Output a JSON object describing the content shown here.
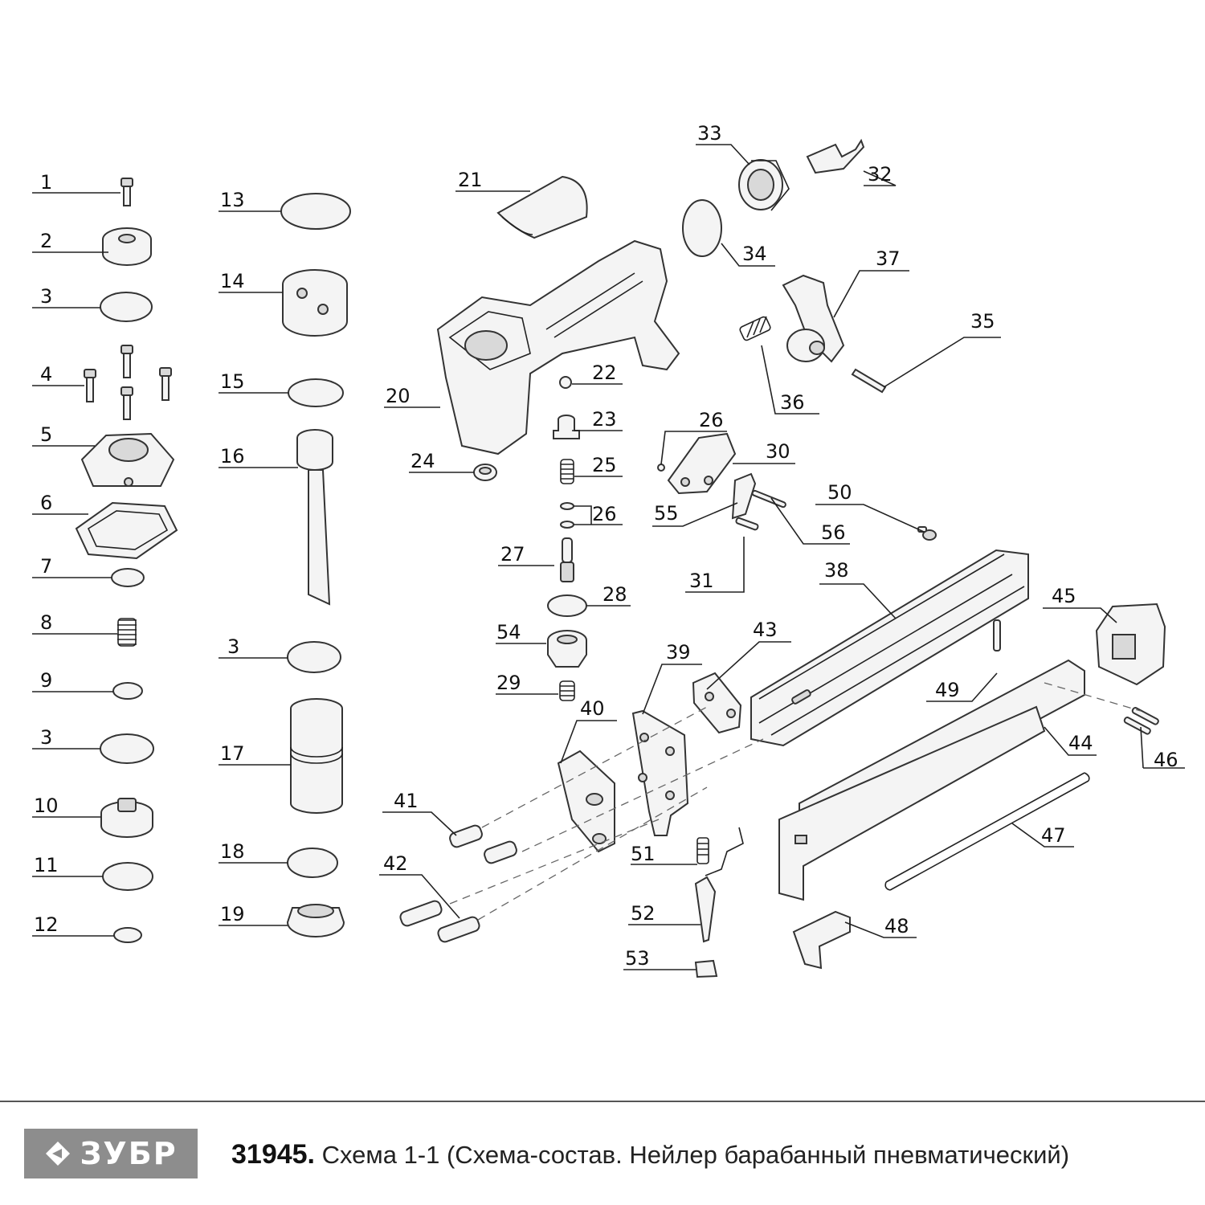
{
  "diagram": {
    "labels": [
      "1",
      "2",
      "3",
      "4",
      "5",
      "6",
      "7",
      "8",
      "9",
      "3",
      "10",
      "11",
      "12",
      "13",
      "14",
      "15",
      "16",
      "3",
      "17",
      "18",
      "19",
      "20",
      "21",
      "22",
      "23",
      "24",
      "25",
      "26",
      "27",
      "28",
      "54",
      "29",
      "33",
      "32",
      "34",
      "37",
      "35",
      "36",
      "26",
      "30",
      "55",
      "56",
      "31",
      "50",
      "38",
      "45",
      "43",
      "39",
      "49",
      "40",
      "44",
      "46",
      "41",
      "47",
      "42",
      "51",
      "52",
      "53",
      "48"
    ]
  },
  "footer": {
    "brand": "ЗУБР",
    "code": "31945.",
    "caption": "Схема 1-1 (Схема-состав. Нейлер барабанный пневматический)"
  }
}
